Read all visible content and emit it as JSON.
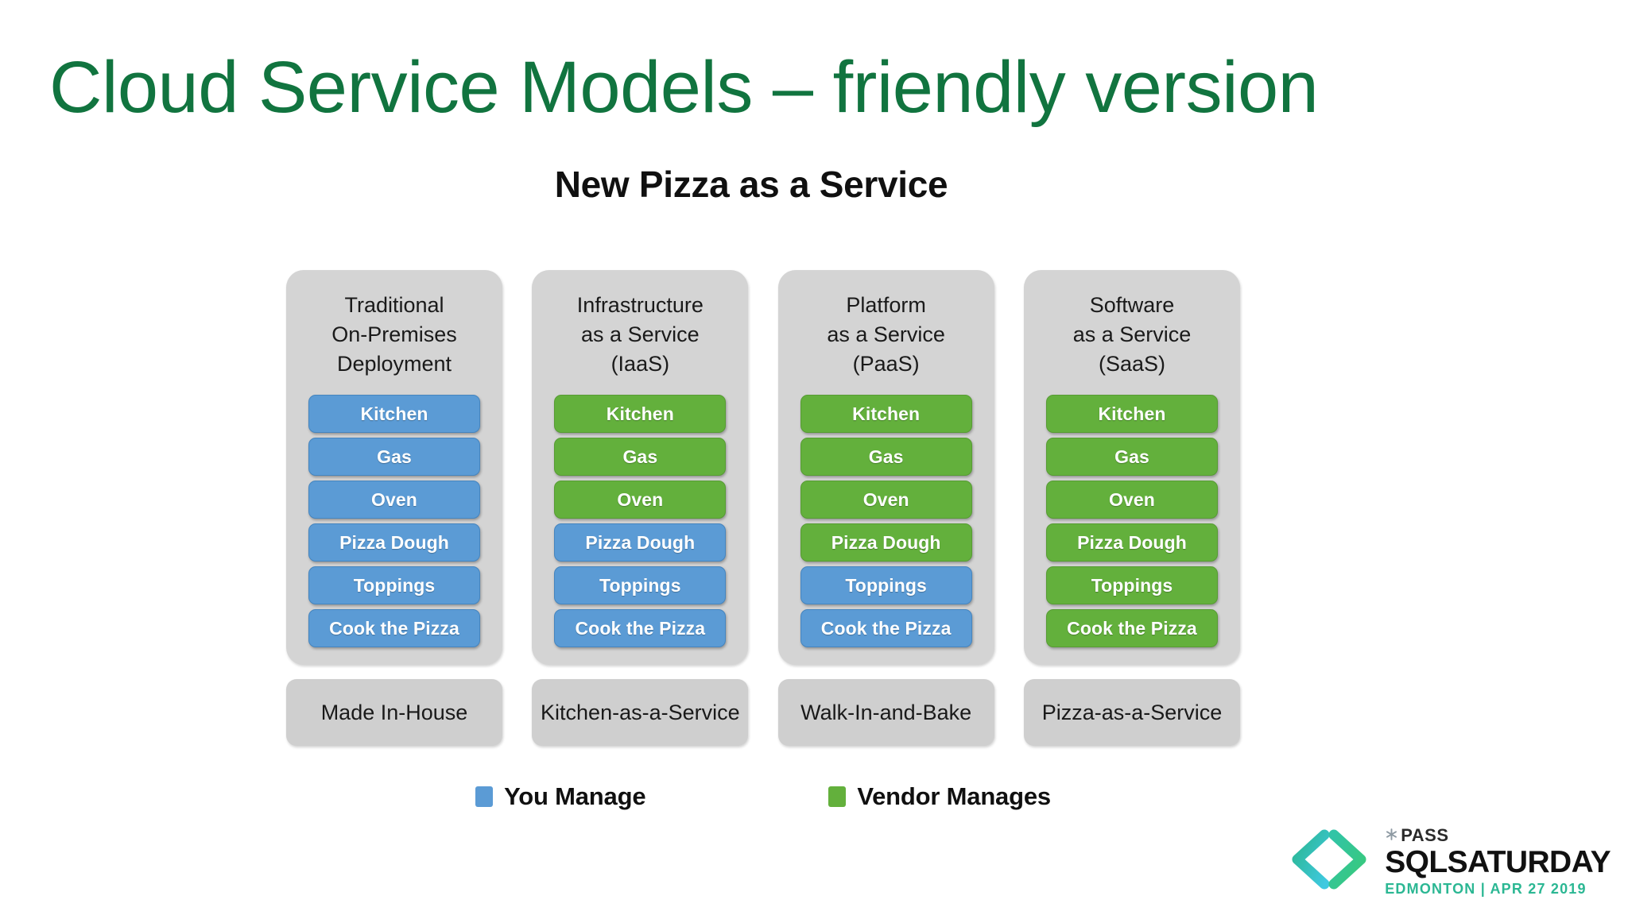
{
  "slide": {
    "title": "Cloud Service Models – friendly version",
    "title_color": "#11743F",
    "background_color": "#FFFFFF"
  },
  "diagram": {
    "title": "New Pizza as a Service",
    "columns": [
      {
        "header_lines": [
          "Traditional",
          "On-Premises",
          "Deployment"
        ],
        "caption": "Made In-House",
        "items": [
          {
            "label": "Kitchen",
            "owner": "you"
          },
          {
            "label": "Gas",
            "owner": "you"
          },
          {
            "label": "Oven",
            "owner": "you"
          },
          {
            "label": "Pizza Dough",
            "owner": "you"
          },
          {
            "label": "Toppings",
            "owner": "you"
          },
          {
            "label": "Cook the Pizza",
            "owner": "you"
          }
        ]
      },
      {
        "header_lines": [
          "Infrastructure",
          "as a Service",
          "(IaaS)"
        ],
        "caption": "Kitchen-as-a-Service",
        "items": [
          {
            "label": "Kitchen",
            "owner": "vendor"
          },
          {
            "label": "Gas",
            "owner": "vendor"
          },
          {
            "label": "Oven",
            "owner": "vendor"
          },
          {
            "label": "Pizza Dough",
            "owner": "you"
          },
          {
            "label": "Toppings",
            "owner": "you"
          },
          {
            "label": "Cook the Pizza",
            "owner": "you"
          }
        ]
      },
      {
        "header_lines": [
          "Platform",
          "as a Service",
          "(PaaS)"
        ],
        "caption": "Walk-In-and-Bake",
        "items": [
          {
            "label": "Kitchen",
            "owner": "vendor"
          },
          {
            "label": "Gas",
            "owner": "vendor"
          },
          {
            "label": "Oven",
            "owner": "vendor"
          },
          {
            "label": "Pizza Dough",
            "owner": "vendor"
          },
          {
            "label": "Toppings",
            "owner": "you"
          },
          {
            "label": "Cook the Pizza",
            "owner": "you"
          }
        ]
      },
      {
        "header_lines": [
          "Software",
          "as a Service",
          "(SaaS)"
        ],
        "caption": "Pizza-as-a-Service",
        "items": [
          {
            "label": "Kitchen",
            "owner": "vendor"
          },
          {
            "label": "Gas",
            "owner": "vendor"
          },
          {
            "label": "Oven",
            "owner": "vendor"
          },
          {
            "label": "Pizza Dough",
            "owner": "vendor"
          },
          {
            "label": "Toppings",
            "owner": "vendor"
          },
          {
            "label": "Cook the Pizza",
            "owner": "vendor"
          }
        ]
      }
    ],
    "legend": [
      {
        "label": "You Manage",
        "owner": "you",
        "color": "#5B9BD5"
      },
      {
        "label": "Vendor Manages",
        "owner": "vendor",
        "color": "#63B03C"
      }
    ],
    "panel_color": "#D4D4D4",
    "caption_color": "#CFCFCF"
  },
  "logo": {
    "brand_prefix": "PASS",
    "brand_name": "SQLSATURDAY",
    "event": "EDMONTON | APR 27 2019",
    "mark_icon": "angle-brackets-icon",
    "asterisk_icon": "asterisk-icon",
    "accent_color": "#2BB793"
  }
}
